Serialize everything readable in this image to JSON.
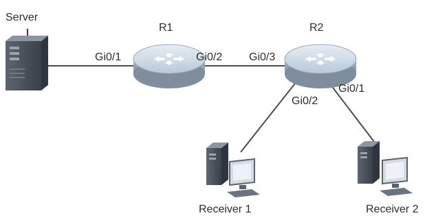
{
  "nodes": {
    "server": {
      "label": "Server"
    },
    "r1": {
      "label": "R1"
    },
    "r2": {
      "label": "R2"
    },
    "receiver1": {
      "label": "Receiver 1"
    },
    "receiver2": {
      "label": "Receiver 2"
    }
  },
  "ports": {
    "r1_left": "Gi0/1",
    "r1_right": "Gi0/2",
    "r2_left": "Gi0/3",
    "r2_lower_left": "Gi0/2",
    "r2_lower_right": "Gi0/1"
  },
  "colors": {
    "link": "#4a4a4a",
    "router_top": "#cfdbe8",
    "router_side": "#9aaab9",
    "router_arrows": "#ffffff",
    "device_dark": "#454c57",
    "device_light": "#d6dbe3"
  },
  "icons": {
    "server": "server-tower-icon",
    "router": "router-icon",
    "receiver": "desktop-pc-icon"
  }
}
